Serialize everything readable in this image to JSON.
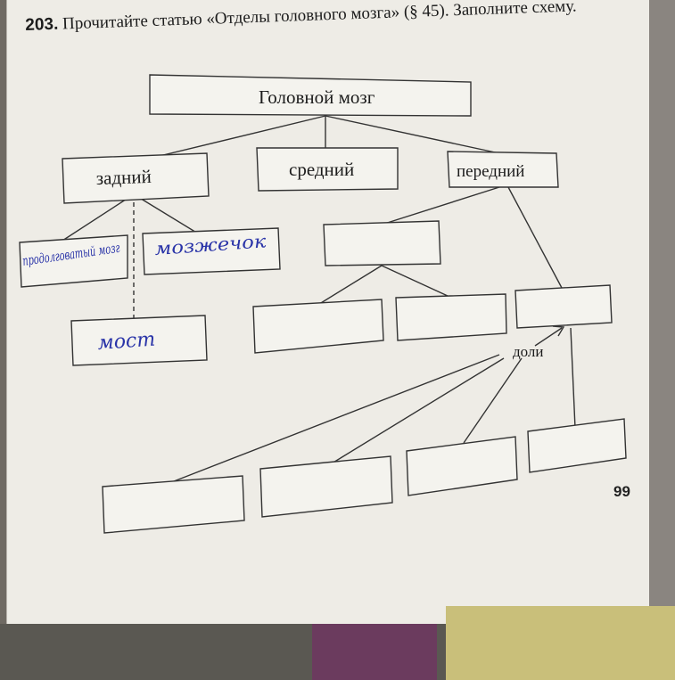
{
  "task": {
    "number": "203.",
    "text": "Прочитайте статью «Отделы головного мозга» (§ 45). Заполните схему."
  },
  "diagram": {
    "root": "Головной мозг",
    "level1": [
      "задний",
      "средний",
      "передний"
    ],
    "handwritten": {
      "left_box": "продолговатый мозг",
      "middle_box": "мозжечок",
      "lower_box": "мост"
    },
    "doli_label": "доли"
  },
  "page_number": "99"
}
